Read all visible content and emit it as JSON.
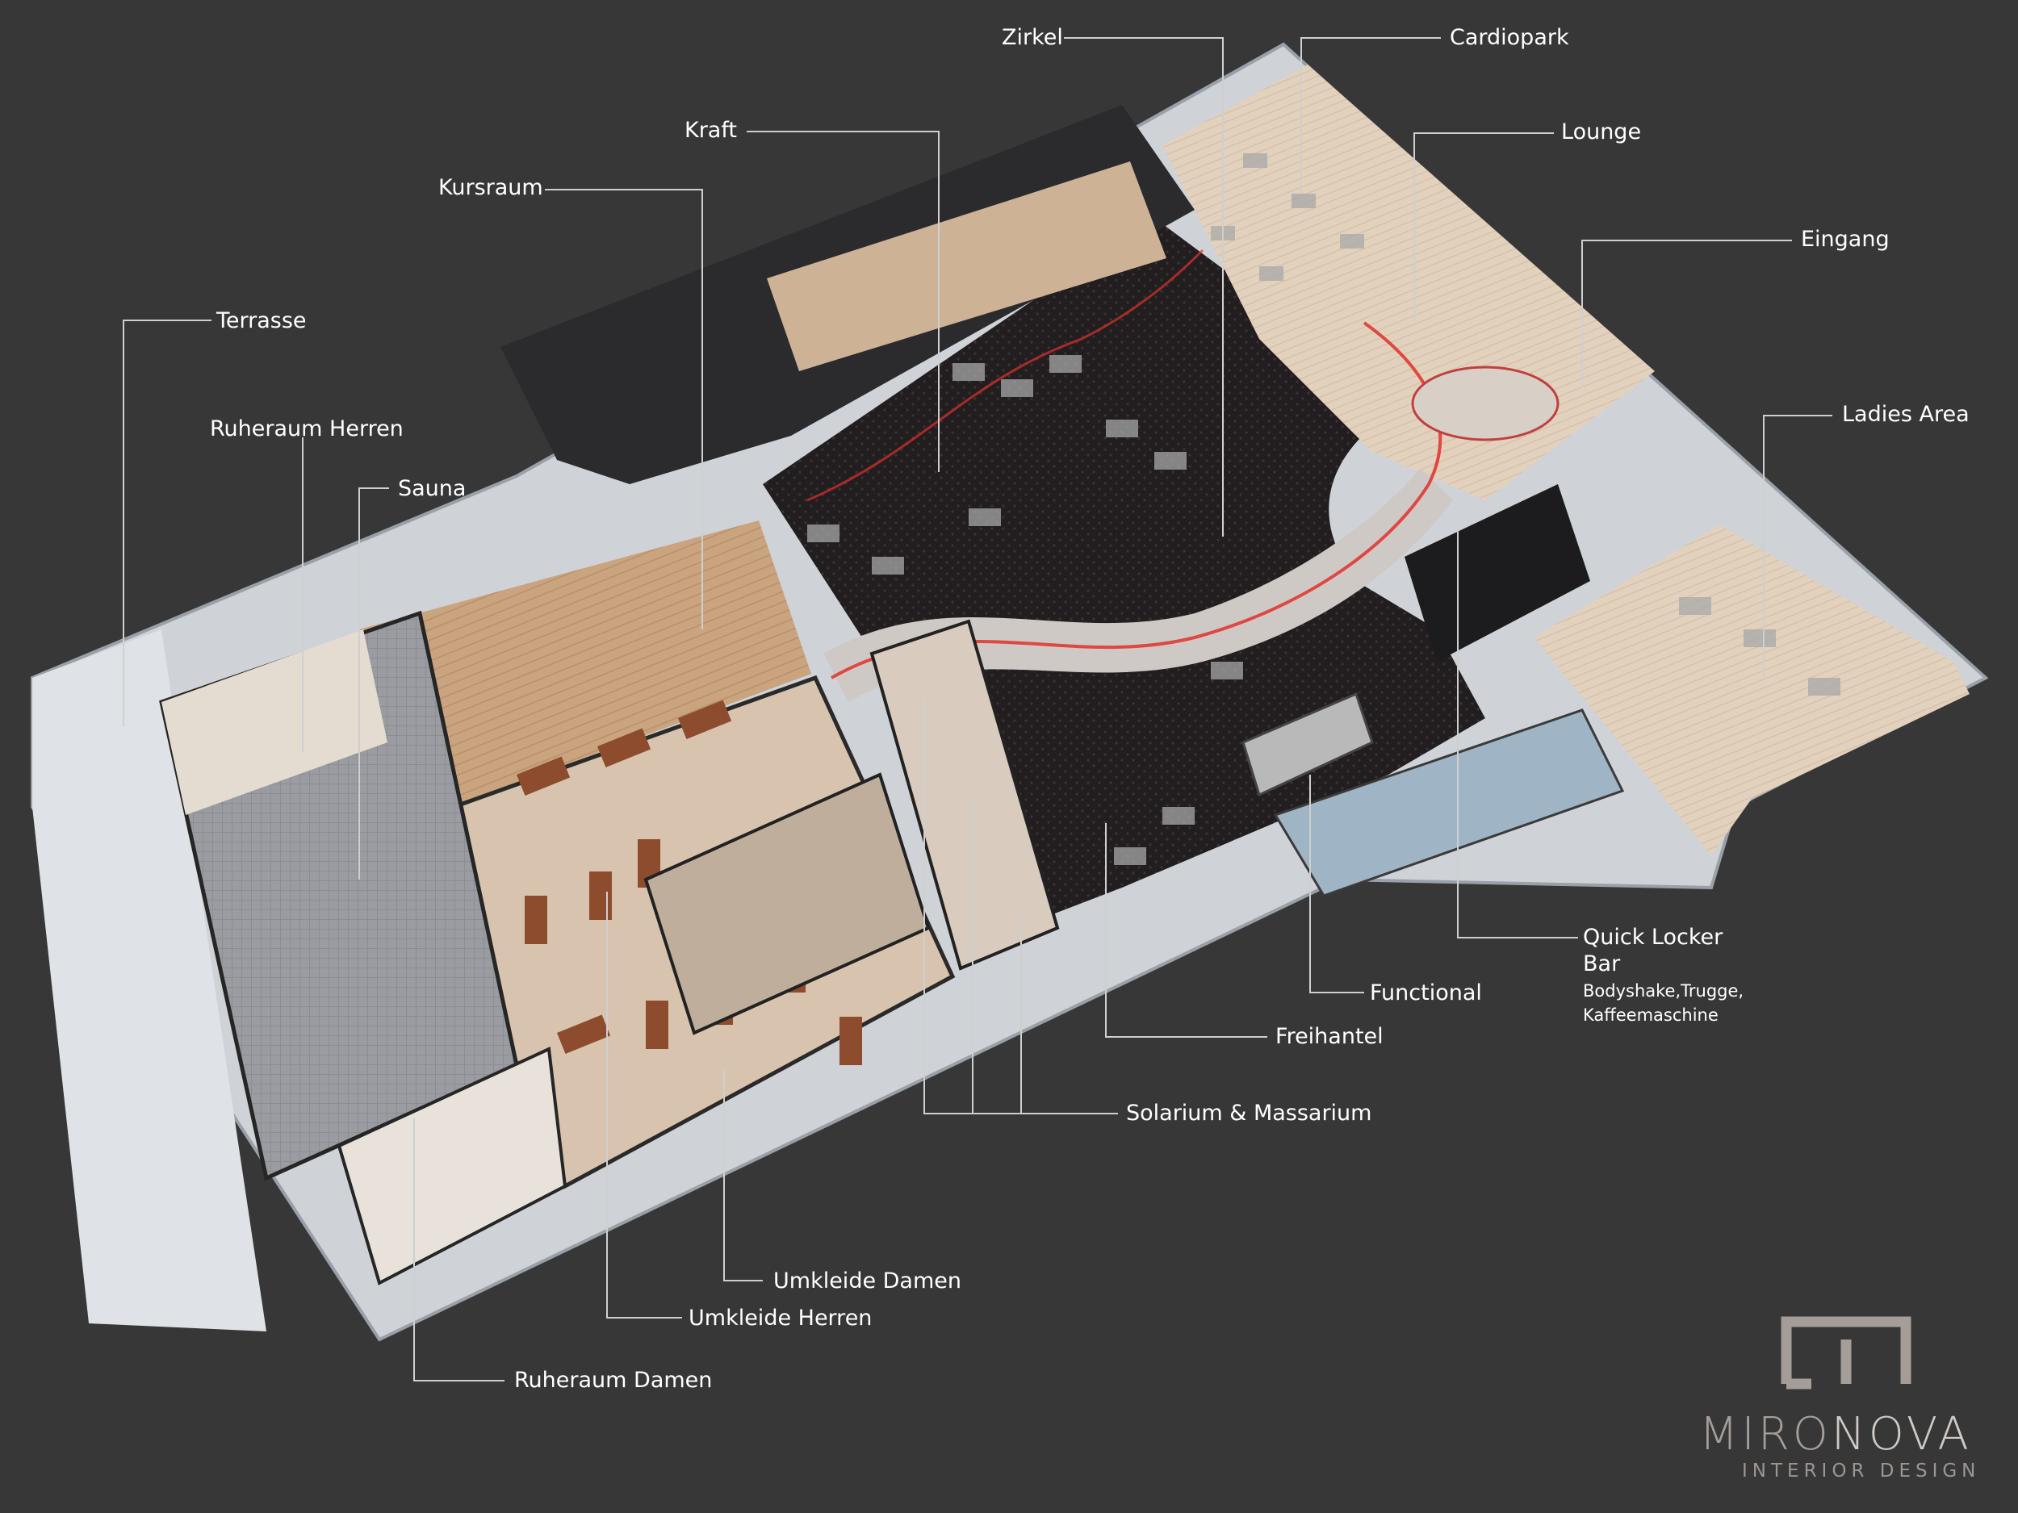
{
  "title": "",
  "colors": {
    "background": "#373737",
    "leader_line": "#cfcfcf",
    "label_text": "#ffffff",
    "wood_floor": "#c4a07a",
    "gym_floor": "#201c1e",
    "path_accent": "#e0302a",
    "brand": "#a59d98"
  },
  "labels": {
    "zirkel": "Zirkel",
    "cardiopark": "Cardiopark",
    "kraft": "Kraft",
    "lounge": "Lounge",
    "kursraum": "Kursraum",
    "eingang": "Eingang",
    "terrasse": "Terrasse",
    "ruheraum_herren": "Ruheraum Herren",
    "ladies_area": "Ladies Area",
    "sauna": "Sauna",
    "quick_locker_bar_line1": "Quick Locker",
    "quick_locker_bar_line2": "Bar",
    "quick_locker_bar_detail1": "Bodyshake,Trugge,",
    "quick_locker_bar_detail2": "Kaffeemaschine",
    "functional": "Functional",
    "freihantel": "Freihantel",
    "solarium_massarium": "Solarium & Massarium",
    "umkleide_damen": "Umkleide Damen",
    "umkleide_herren": "Umkleide Herren",
    "ruheraum_damen": "Ruheraum Damen"
  },
  "brand": {
    "logo_icon": "mironova-m-logo-icon",
    "name_part1": "MIRO",
    "name_part2": "NOVA",
    "tagline": "INTERIOR DESIGN"
  }
}
